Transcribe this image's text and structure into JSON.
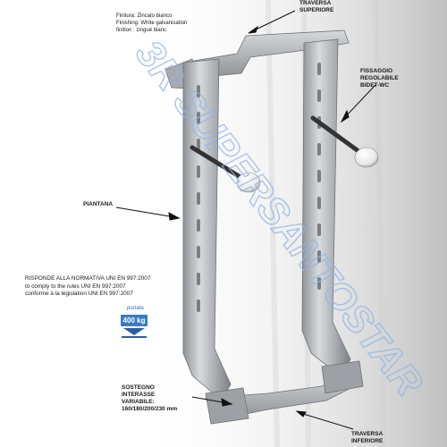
{
  "finish_lines": [
    "Finitura: Zincato bianco",
    "Finishing: White galvanisation",
    "finition : zingué blanc"
  ],
  "labels": {
    "upper": [
      "TRAVERSA",
      "SUPERIORE"
    ],
    "fixing": [
      "FISSAGGIO",
      "REGOLABILE",
      "BIDET-WC"
    ],
    "upright": "PIANTANA",
    "support": [
      "SOSTEGNO",
      "INTERASSE",
      "VARIABILE:",
      "160/180/200/230 mm"
    ],
    "lower": [
      "TRAVERSA",
      "INFERIORE"
    ]
  },
  "norm_lines": [
    "RISPONDE ALLA NORMATIVA UNI EN 997:2007",
    "to comply to the rules UNI EN 997:2007",
    "conforme à la législation UNI EN 997:2007"
  ],
  "capacity": {
    "label": "portata",
    "value": "400 kg",
    "color": "#3a7cc4"
  },
  "watermark": "3R SUPERSANTOSTAR"
}
